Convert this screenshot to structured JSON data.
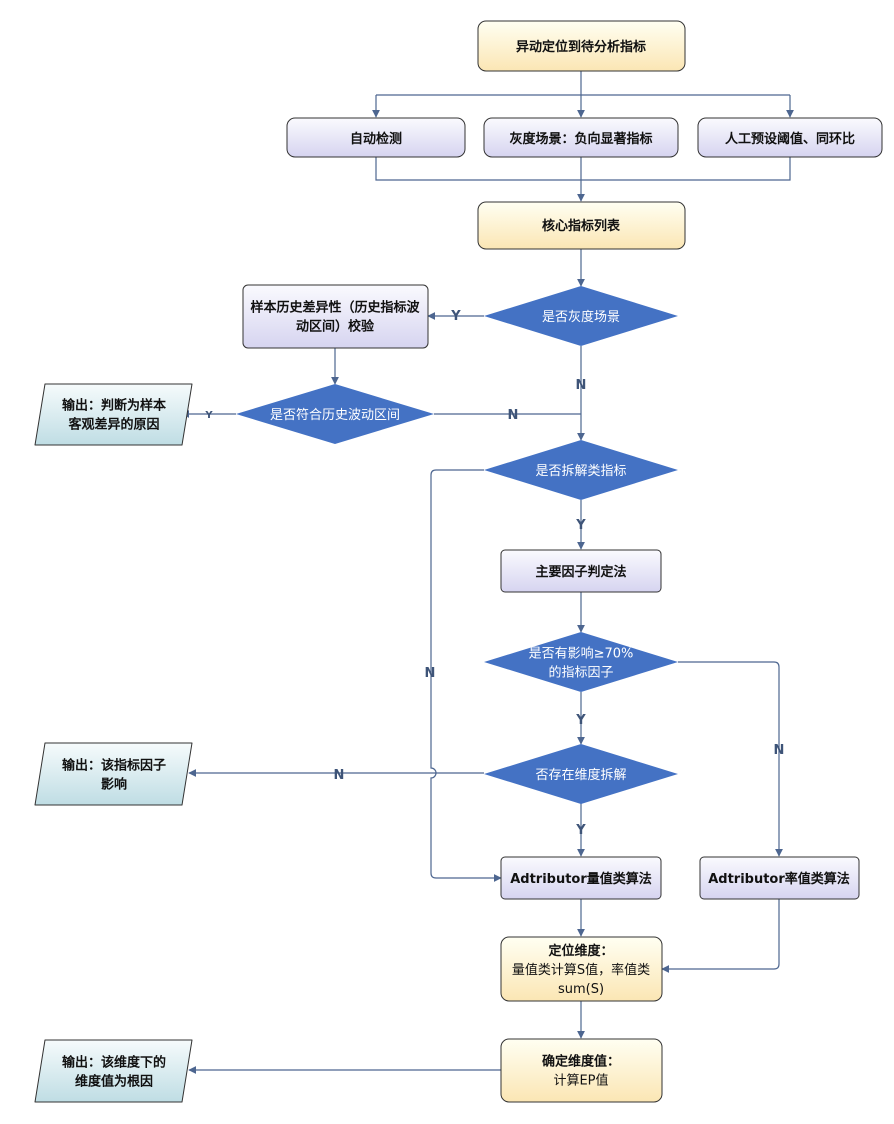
{
  "colors": {
    "yellow_top": "#fffff2",
    "yellow_bottom": "#fbe6b4",
    "lav_top": "#fafafe",
    "lav_bottom": "#d6d4f0",
    "teal_top": "#f6fbfc",
    "teal_bottom": "#bfdde4",
    "diamond": "#4472c4",
    "border": "#333333",
    "edge": "#4d6690",
    "label": "#3e5478"
  },
  "nodes": {
    "start": {
      "lines": [
        "异动定位到待分析指标"
      ],
      "bold": true
    },
    "auto_detect": {
      "lines": [
        "自动检测"
      ],
      "bold": true
    },
    "gray_scene": {
      "lines": [
        "灰度场景：负向显著指标"
      ],
      "bold": true
    },
    "manual_threshold": {
      "lines": [
        "人工预设阈值、同环比"
      ],
      "bold": true
    },
    "core_list": {
      "lines": [
        "核心指标列表"
      ],
      "bold": true
    },
    "is_gray": {
      "lines": [
        "是否灰度场景"
      ]
    },
    "history_check": {
      "lines": [
        "样本历史差异性（历史指标波",
        "动区间）校验"
      ],
      "bold": true
    },
    "in_range": {
      "lines": [
        "是否符合历史波动区间"
      ]
    },
    "output_objective": {
      "lines": [
        "输出：判断为样本",
        "客观差异的原因"
      ],
      "bold": true
    },
    "is_decomposable": {
      "lines": [
        "是否拆解类指标"
      ]
    },
    "main_factor": {
      "lines": [
        "主要因子判定法"
      ],
      "bold": true
    },
    "has_70": {
      "lines": [
        "是否有影响≥70%",
        "的指标因子"
      ]
    },
    "has_dimension": {
      "lines": [
        "否存在维度拆解"
      ]
    },
    "output_factor": {
      "lines": [
        "输出：该指标因子",
        "影响"
      ],
      "bold": true
    },
    "adtributor_volume": {
      "lines": [
        "Adtributor量值类算法"
      ],
      "bold": true
    },
    "adtributor_rate": {
      "lines": [
        "Adtributor率值类算法"
      ],
      "bold": true
    },
    "locate_dim": {
      "lines": [
        "定位维度：",
        "量值类计算S值，率值类",
        "sum(S)"
      ],
      "bold_first": true
    },
    "determine_val": {
      "lines": [
        "确定维度值：",
        "计算EP值"
      ],
      "bold_first": true
    },
    "output_root": {
      "lines": [
        "输出：该维度下的",
        "维度值为根因"
      ],
      "bold": true
    }
  },
  "edge_labels": {
    "gray_yes": "Y",
    "gray_no": "N",
    "range_yes": "Y",
    "range_no": "N",
    "decomp_no": "N",
    "decomp_yes": "Y",
    "has70_yes": "Y",
    "has70_no": "N",
    "dim_no": "N",
    "dim_yes": "Y"
  }
}
